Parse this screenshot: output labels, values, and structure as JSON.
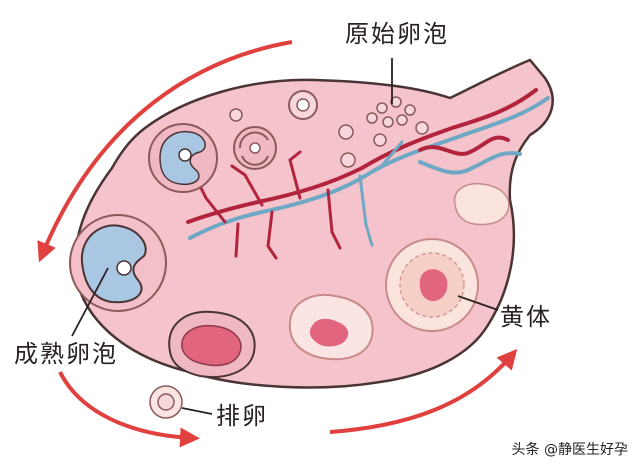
{
  "labels": {
    "primordial_follicle": "原始卵泡",
    "mature_follicle": "成熟卵泡",
    "ovulation": "排卵",
    "corpus_luteum": "黄体"
  },
  "watermark": "头条 @静医生好孕",
  "colors": {
    "ovary_fill": "#f4c3cc",
    "ovary_stroke": "#4a3434",
    "cycle_arrow": "#e0413e",
    "follicle_blue": "#a9c6e2",
    "artery": "#b2243c",
    "vein": "#6fa8c4"
  }
}
